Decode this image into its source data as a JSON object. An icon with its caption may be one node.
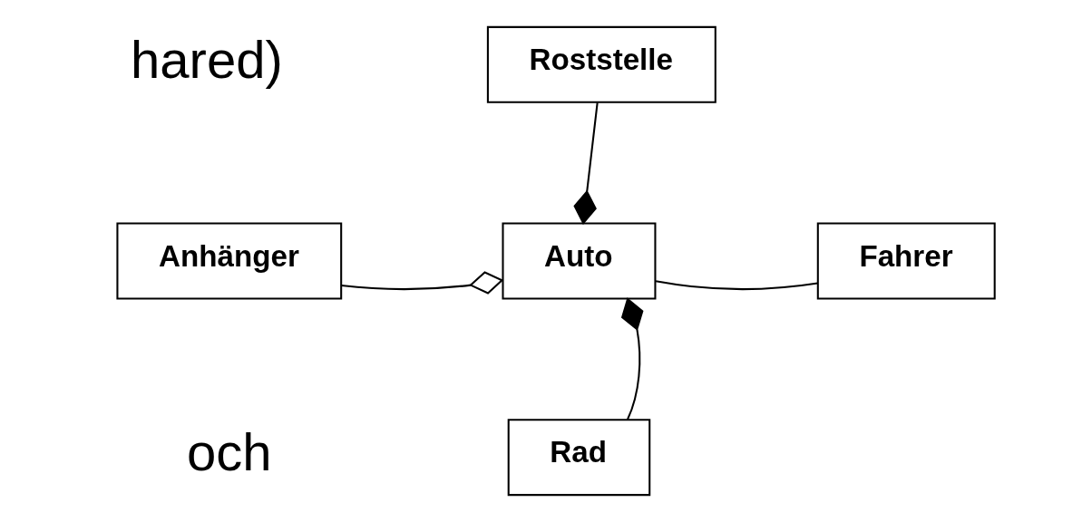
{
  "diagram": {
    "nodes": [
      {
        "text": [
          "Roststelle"
        ]
      },
      {
        "text": [
          "Anhänger"
        ]
      },
      {
        "text": [
          "Auto"
        ]
      },
      {
        "text": [
          "Fahrer"
        ]
      },
      {
        "text": [
          "Rad"
        ]
      }
    ],
    "edges": [
      {
        "from": 0,
        "to": 2,
        "arrow": "other"
      },
      {
        "from": 1,
        "to": 2,
        "arrow": "other"
      },
      {
        "from": 2,
        "to": 3,
        "arrow": "none"
      },
      {
        "from": 4,
        "to": 2,
        "arrow": "other"
      }
    ],
    "labels": [
      "hared)",
      "och"
    ]
  }
}
